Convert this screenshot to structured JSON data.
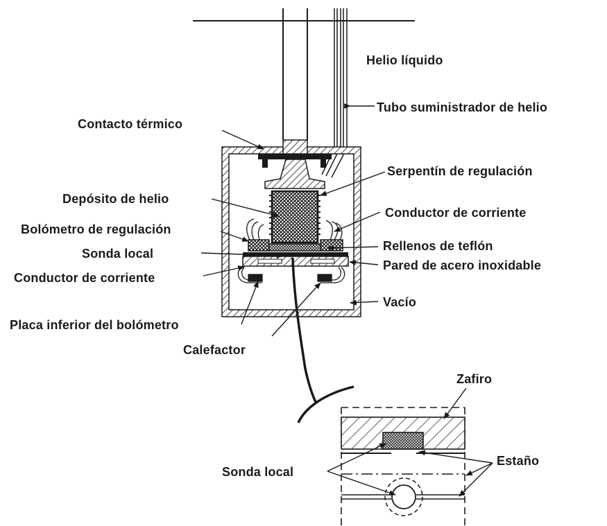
{
  "labels": {
    "helio_liquido": "Helio líquido",
    "tubo_suministrador": "Tubo suministrador de helio",
    "contacto_termico": "Contacto térmico",
    "serpentin": "Serpentín de regulación",
    "deposito": "Depósito de helio",
    "conductor_corriente_right": "Conductor de corriente",
    "bolometro_regulacion": "Bolómetro de regulación",
    "rellenos_teflon": "Rellenos de teflón",
    "sonda_local_top": "Sonda local",
    "pared_acero": "Pared de acero inoxidable",
    "conductor_corriente_left": "Conductor de corriente",
    "vacio": "Vacío",
    "placa_inferior": "Placa inferior del bolómetro",
    "calefactor": "Calefactor",
    "zafiro": "Zafiro",
    "sonda_local_bottom": "Sonda local",
    "estano": "Estaño"
  }
}
